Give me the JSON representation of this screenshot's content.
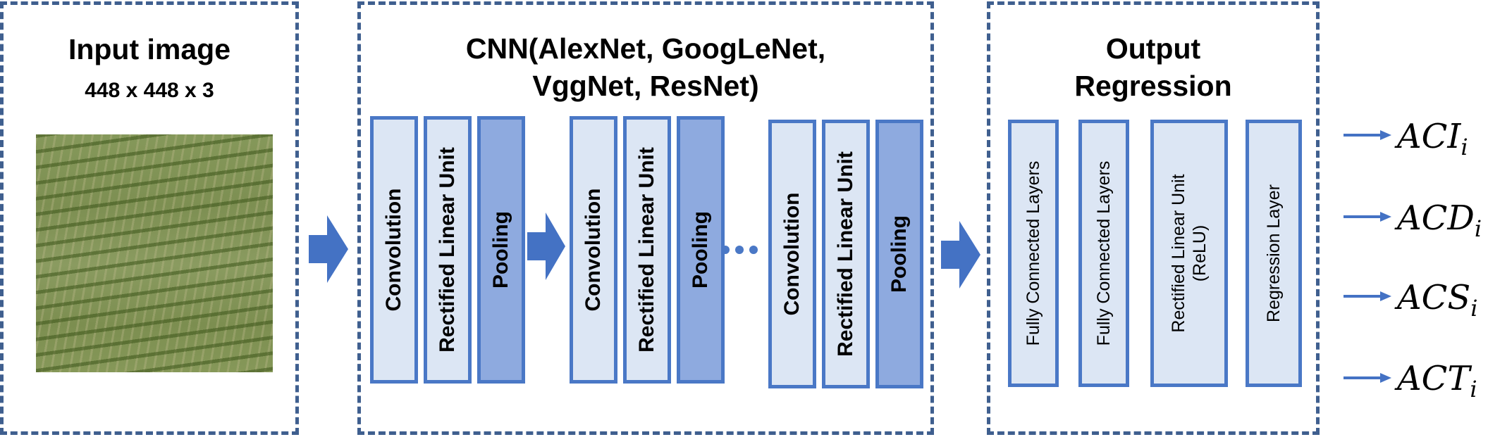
{
  "input_panel": {
    "title": "Input image",
    "subtitle": "448 x 448 x 3"
  },
  "cnn_panel": {
    "title_line1": "CNN(AlexNet,  GoogLeNet,",
    "title_line2": "VggNet,  ResNet)",
    "blocks": [
      {
        "layers": [
          "Convolution",
          "Rectified Linear Unit",
          "Pooling"
        ]
      },
      {
        "layers": [
          "Convolution",
          "Rectified Linear Unit",
          "Pooling"
        ]
      },
      {
        "layers": [
          "Convolution",
          "Rectified Linear Unit",
          "Pooling"
        ]
      }
    ]
  },
  "output_panel": {
    "title_line1": "Output",
    "title_line2": "Regression",
    "layers": [
      "Fully Connected Layers",
      "Fully Connected Layers",
      "Rectified Linear Unit\n(ReLU)",
      "Regression Layer"
    ]
  },
  "outputs": [
    {
      "base": "ACI",
      "sub": "i"
    },
    {
      "base": "ACD",
      "sub": "i"
    },
    {
      "base": "ACS",
      "sub": "i"
    },
    {
      "base": "ACT",
      "sub": "i"
    }
  ],
  "colors": {
    "dashed_border": "#3f5f8f",
    "layer_border": "#4a78c6",
    "layer_light": "#dce6f4",
    "layer_dark": "#8eaadf",
    "arrow": "#4472c4"
  }
}
